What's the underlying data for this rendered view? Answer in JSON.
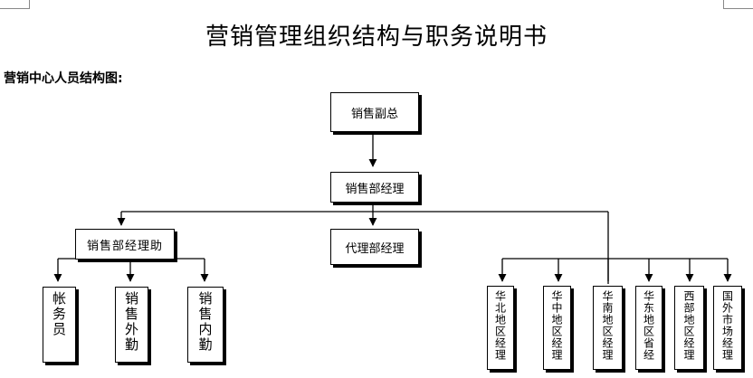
{
  "document": {
    "title": "营销管理组织结构与职务说明书",
    "section_heading": "营销中心人员结构图:"
  },
  "org_chart": {
    "top": "销售副总",
    "manager": "销售部经理",
    "assistant": "销售部经理助",
    "agent_manager": "代理部经理",
    "assistant_staff": [
      "帐务员",
      "销售外勤",
      "销售内勤"
    ],
    "regional_managers": [
      "华北地区经理",
      "华中地区经理",
      "华南地区经理",
      "华东地区省经",
      "西部地区经理",
      "国外市场经理"
    ]
  }
}
